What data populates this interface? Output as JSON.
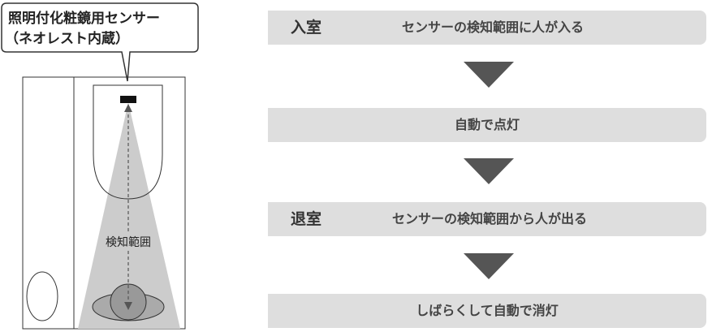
{
  "sensor_callout": {
    "line1": "照明付化粧鏡用センサー",
    "line2": "（ネオレスト内蔵）"
  },
  "detection_label": "検知範囲",
  "colors": {
    "step_box": "#dedede",
    "arrow": "#555555",
    "cone": "#cccccc",
    "text": "#333333"
  },
  "steps": [
    {
      "tag": "入室",
      "text": "センサーの検知範囲に人が入る"
    },
    {
      "tag": "",
      "text": "自動で点灯"
    },
    {
      "tag": "退室",
      "text": "センサーの検知範囲から人が出る"
    },
    {
      "tag": "",
      "text": "しばらくして自動で消灯"
    }
  ]
}
